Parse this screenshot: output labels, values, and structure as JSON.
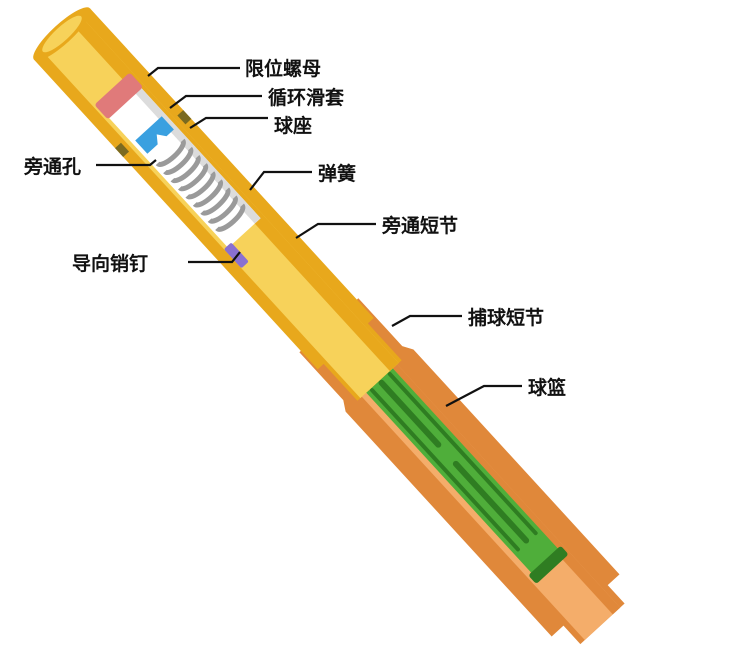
{
  "labels": {
    "limit_nut": "限位螺母",
    "circulation_sleeve": "循环滑套",
    "ball_seat": "球座",
    "bypass_hole": "旁通孔",
    "spring": "弹簧",
    "bypass_sub": "旁通短节",
    "guide_pin": "导向销钉",
    "catcher_sub": "捕球短节",
    "ball_basket": "球篮"
  },
  "colors": {
    "bypass_body": "#e8a81c",
    "bypass_inner": "#f7d25a",
    "catcher_body": "#e0883a",
    "catcher_inner": "#f4ad6a",
    "basket": "#4fae3a",
    "basket_dark": "#2f7d22",
    "sleeve": "#ffffff",
    "nut": "#e07a7a",
    "seat": "#3aa0e0",
    "pin": "#8a70d0",
    "spring": "#9a9a9a",
    "leader": "#111111"
  }
}
